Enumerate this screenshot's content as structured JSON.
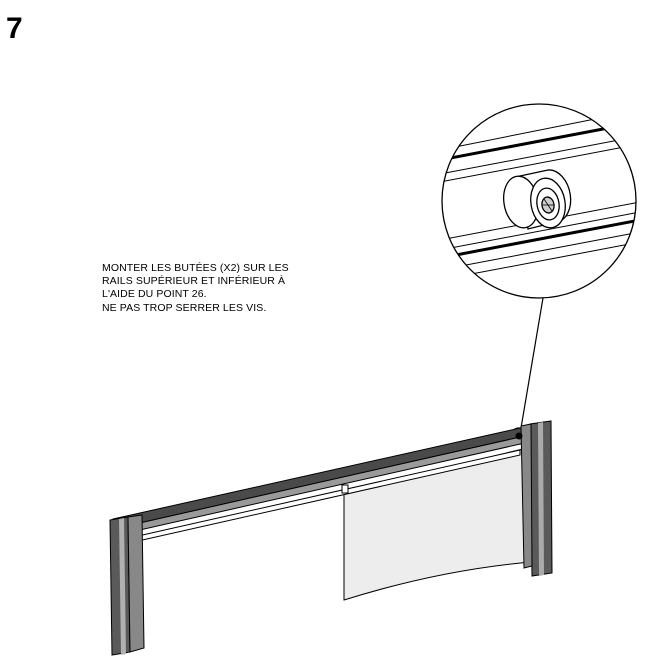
{
  "step": {
    "number": "7"
  },
  "instructions": {
    "lines": [
      "MONTER LES BUTÉES (X2) SUR LES",
      "RAILS SUPÉRIEUR ET INFÉRIEUR À",
      "L'AIDE DU POINT 26.",
      "NE PAS TROP SERRER LES VIS."
    ]
  },
  "illustration": {
    "name": "shower-door-assembly-with-stopper-detail",
    "colors": {
      "line": "#000000",
      "frame": "#555555",
      "glass": "#ececec",
      "background": "#ffffff"
    }
  }
}
